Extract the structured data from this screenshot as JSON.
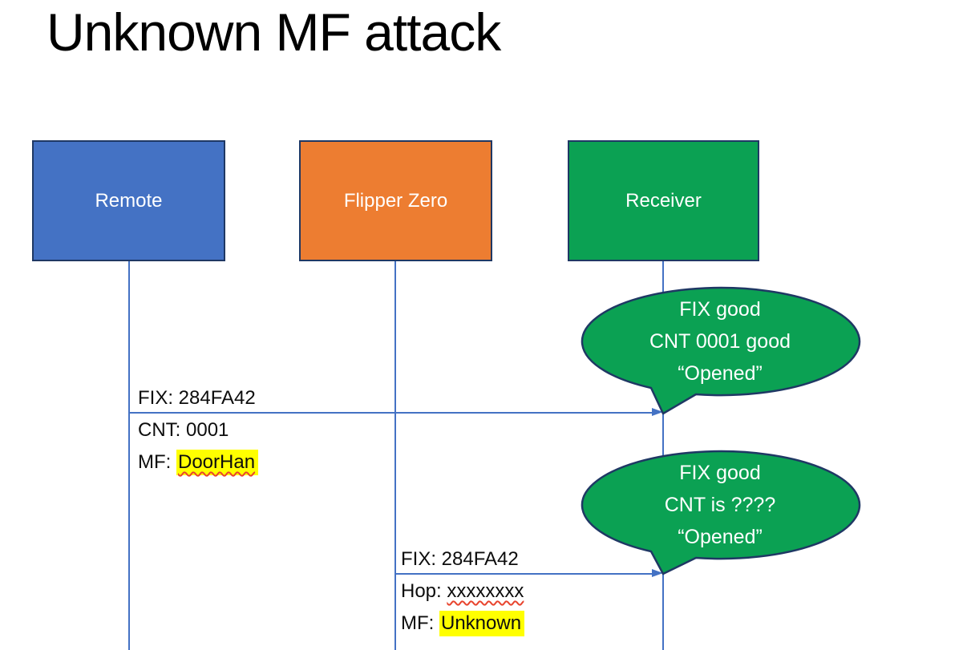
{
  "slide": {
    "title": "Unknown MF attack"
  },
  "actors": [
    {
      "id": "remote",
      "label": "Remote",
      "fill": "#4472C4"
    },
    {
      "id": "flipper-zero",
      "label": "Flipper Zero",
      "fill": "#ED7D31"
    },
    {
      "id": "receiver",
      "label": "Receiver",
      "fill": "#0BA153"
    }
  ],
  "messages": [
    {
      "from": "remote",
      "to": "receiver",
      "line_above": "FIX: 284FA42",
      "lines_below": [
        {
          "prefix": "CNT: ",
          "value": "0001",
          "highlighted": false,
          "misspelled": false
        },
        {
          "prefix": "MF: ",
          "value": "DoorHan",
          "highlighted": true,
          "misspelled": true
        }
      ]
    },
    {
      "from": "flipper-zero",
      "to": "receiver",
      "line_above": "FIX: 284FA42",
      "lines_below": [
        {
          "prefix": "Hop: ",
          "value": "xxxxxxxx",
          "highlighted": false,
          "misspelled": true
        },
        {
          "prefix": "MF: ",
          "value": "Unknown",
          "highlighted": true,
          "misspelled": false
        }
      ]
    }
  ],
  "callouts": [
    {
      "speaker": "receiver",
      "lines": [
        "FIX good",
        "CNT 0001 good",
        "“Opened”"
      ]
    },
    {
      "speaker": "receiver",
      "lines": [
        "FIX good",
        "CNT is ????",
        "“Opened”"
      ]
    }
  ],
  "colors": {
    "actor_remote_fill": "#4472C4",
    "actor_flipper_fill": "#ED7D31",
    "actor_receiver_fill": "#0BA153",
    "shape_border": "#1F3864",
    "connector_blue": "#4472C4",
    "callout_fill": "#0BA153",
    "highlight_yellow": "#FFFF00",
    "spellcheck_red": "#E8442E",
    "title_text": "#000000",
    "label_text": "#0D0D0D",
    "shape_text": "#FFFFFF"
  }
}
